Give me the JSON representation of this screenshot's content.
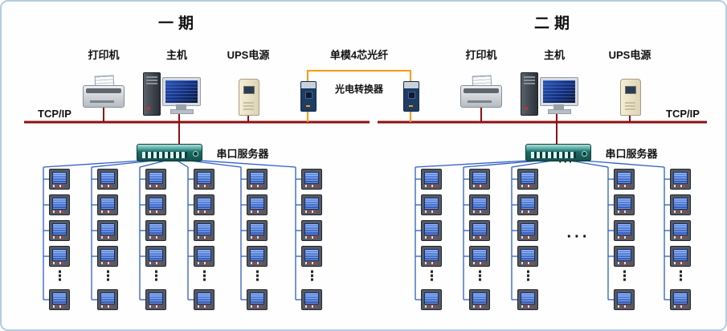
{
  "phases": [
    {
      "title": "一期",
      "printer_label": "打印机",
      "host_label": "主机",
      "ups_label": "UPS电源",
      "tcpip_label": "TCP/IP",
      "serial_server_label": "串口服务器"
    },
    {
      "title": "二期",
      "printer_label": "打印机",
      "host_label": "主机",
      "ups_label": "UPS电源",
      "tcpip_label": "TCP/IP",
      "serial_server_label": "串口服务器"
    }
  ],
  "fiber_link": {
    "fiber_label": "单模4芯光纤",
    "converter_label": "光电转换器"
  },
  "ellipsis": {
    "horizontal": "···",
    "vertical": "⋮"
  },
  "colors": {
    "bus_line": "#8f1010",
    "fiber_line": "#ff9900",
    "meter_line": "#2e5fc4",
    "canvas_border": "#b5cbe0"
  }
}
